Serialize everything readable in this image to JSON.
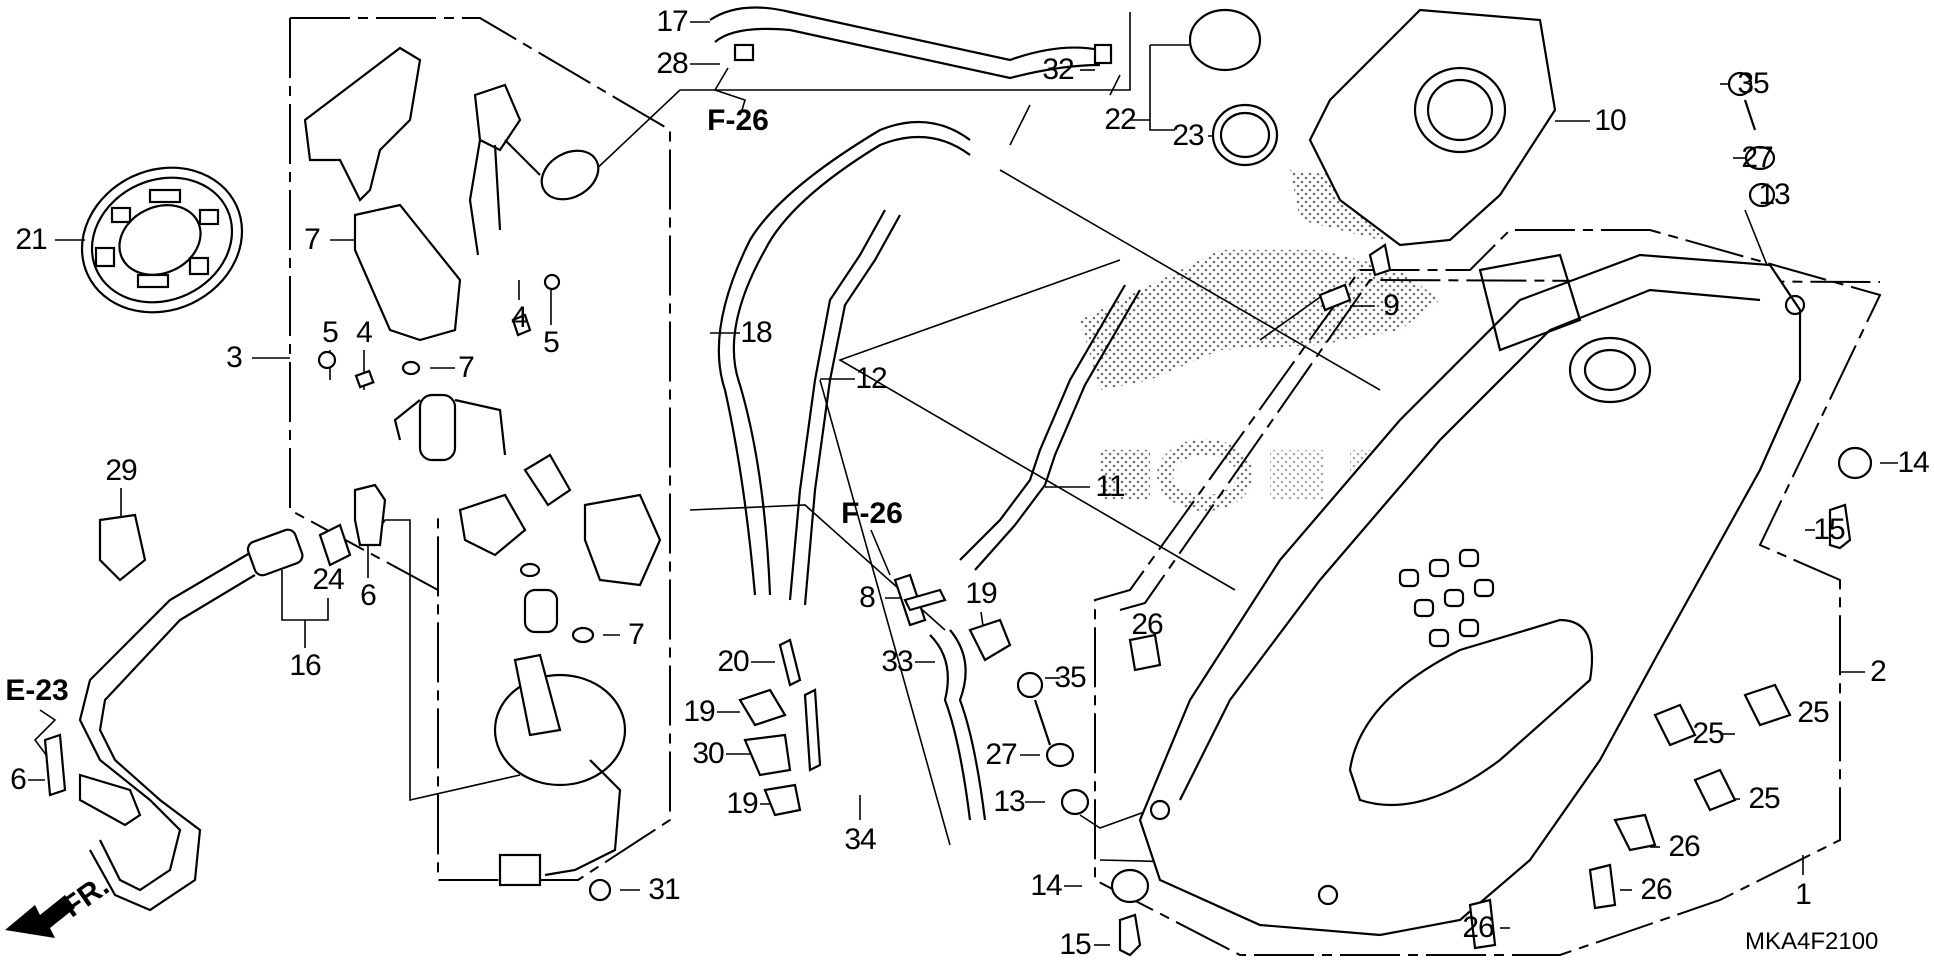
{
  "diagram": {
    "type": "exploded-parts-diagram",
    "subject": "Fuel tank assembly",
    "diagram_code": "MKA4F2100",
    "direction_label": "FR.",
    "watermark": "HONDA"
  },
  "references": [
    {
      "id": "ref-f26-top",
      "text": "F-26"
    },
    {
      "id": "ref-f26-mid",
      "text": "F-26"
    },
    {
      "id": "ref-e23",
      "text": "E-23"
    }
  ],
  "callouts": [
    {
      "id": "c17",
      "num": "17"
    },
    {
      "id": "c28",
      "num": "28"
    },
    {
      "id": "c32",
      "num": "32"
    },
    {
      "id": "c22",
      "num": "22"
    },
    {
      "id": "c23",
      "num": "23"
    },
    {
      "id": "c10",
      "num": "10"
    },
    {
      "id": "c35a",
      "num": "35"
    },
    {
      "id": "c27a",
      "num": "27"
    },
    {
      "id": "c13a",
      "num": "13"
    },
    {
      "id": "c21",
      "num": "21"
    },
    {
      "id": "c3",
      "num": "3"
    },
    {
      "id": "c7a",
      "num": "7"
    },
    {
      "id": "c5a",
      "num": "5"
    },
    {
      "id": "c4a",
      "num": "4"
    },
    {
      "id": "c7b",
      "num": "7"
    },
    {
      "id": "c4b",
      "num": "4"
    },
    {
      "id": "c5b",
      "num": "5"
    },
    {
      "id": "c18",
      "num": "18"
    },
    {
      "id": "c12",
      "num": "12"
    },
    {
      "id": "c9",
      "num": "9"
    },
    {
      "id": "c14a",
      "num": "14"
    },
    {
      "id": "c15a",
      "num": "15"
    },
    {
      "id": "c11",
      "num": "11"
    },
    {
      "id": "c29",
      "num": "29"
    },
    {
      "id": "c24",
      "num": "24"
    },
    {
      "id": "c6a",
      "num": "6"
    },
    {
      "id": "c16",
      "num": "16"
    },
    {
      "id": "c6b",
      "num": "6"
    },
    {
      "id": "c7c",
      "num": "7"
    },
    {
      "id": "c8",
      "num": "8"
    },
    {
      "id": "c19a",
      "num": "19"
    },
    {
      "id": "c20",
      "num": "20"
    },
    {
      "id": "c33",
      "num": "33"
    },
    {
      "id": "c35b",
      "num": "35"
    },
    {
      "id": "c26a",
      "num": "26"
    },
    {
      "id": "c19b",
      "num": "19"
    },
    {
      "id": "c30",
      "num": "30"
    },
    {
      "id": "c19c",
      "num": "19"
    },
    {
      "id": "c34",
      "num": "34"
    },
    {
      "id": "c27b",
      "num": "27"
    },
    {
      "id": "c13b",
      "num": "13"
    },
    {
      "id": "c14b",
      "num": "14"
    },
    {
      "id": "c15b",
      "num": "15"
    },
    {
      "id": "c31",
      "num": "31"
    },
    {
      "id": "c2",
      "num": "2"
    },
    {
      "id": "c25a",
      "num": "25"
    },
    {
      "id": "c25b",
      "num": "25"
    },
    {
      "id": "c25c",
      "num": "25"
    },
    {
      "id": "c26b",
      "num": "26"
    },
    {
      "id": "c26c",
      "num": "26"
    },
    {
      "id": "c26d",
      "num": "26"
    },
    {
      "id": "c1",
      "num": "1"
    }
  ]
}
